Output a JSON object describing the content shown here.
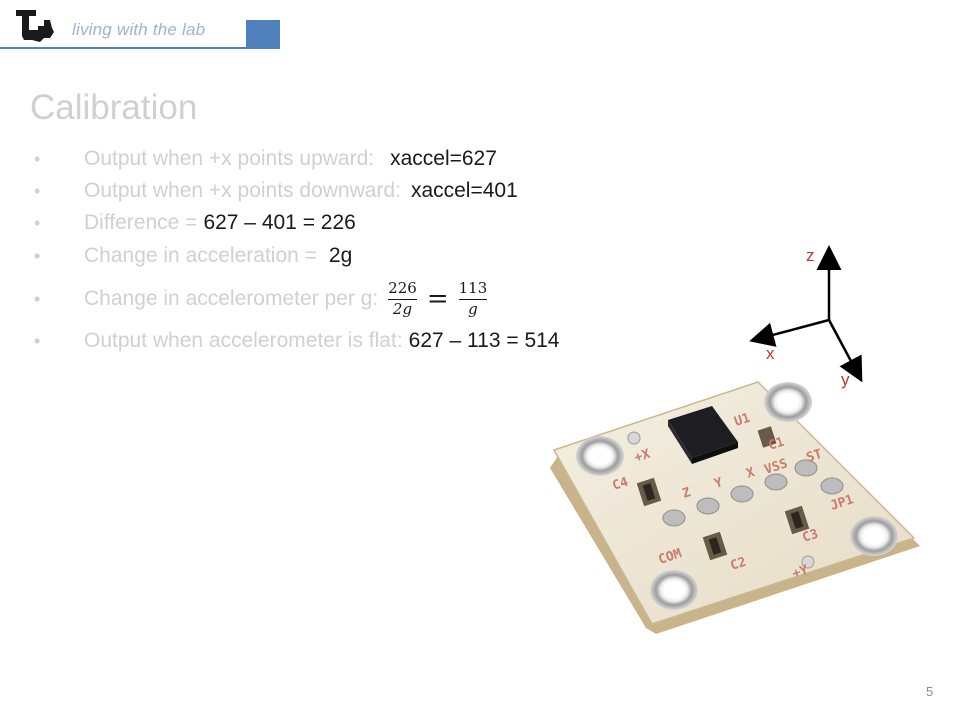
{
  "header": {
    "tagline": "living with the lab"
  },
  "title": "Calibration",
  "bullets": [
    {
      "label": "Output when +x points upward:",
      "value": "xaccel=627"
    },
    {
      "label": "Output when +x points downward:",
      "value": "xaccel=401"
    },
    {
      "label": "Difference =",
      "value": "627 – 401 = 226"
    },
    {
      "label": "Change in acceleration =",
      "value": "2g"
    },
    {
      "label": "Change in accelerometer per g:",
      "math": {
        "lhs_num": "226",
        "lhs_den": "2g",
        "rhs_num": "113",
        "rhs_den": "g"
      }
    },
    {
      "label": "Output when accelerometer is flat:",
      "value": "627 – 113 = 514"
    }
  ],
  "axes": {
    "z": "z",
    "x": "x",
    "y": "y",
    "color": "#c0392b"
  },
  "board": {
    "labels": {
      "u1": "U1",
      "c1": "C1",
      "c4": "C4",
      "plus_x": "+X",
      "z": "Z",
      "y": "Y",
      "x": "X",
      "vss": "VSS",
      "st": "ST",
      "jp1": "JP1",
      "com": "COM",
      "c2": "C2",
      "c3": "C3",
      "plus_y": "+Y"
    }
  },
  "page_number": "5",
  "colors": {
    "accent": "#4f81bd",
    "tagline": "#9fb4cc",
    "faded_text": "#d0d0d0"
  }
}
